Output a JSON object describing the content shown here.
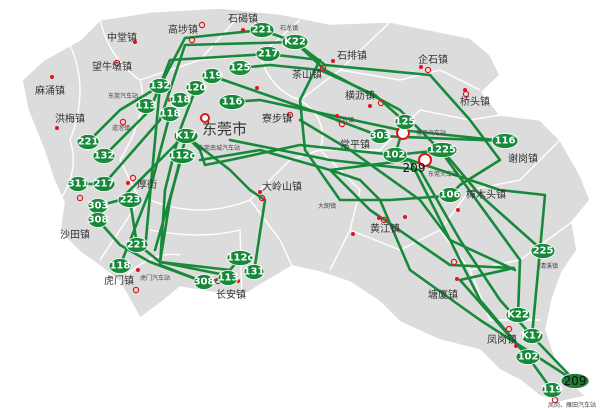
{
  "colors": {
    "route": "#17893a",
    "land": "#dcdcdc",
    "border": "#ffffff",
    "marker": "#e0141e"
  },
  "towns": [
    {
      "name": "中堂镇"
    },
    {
      "name": "高埗镇"
    },
    {
      "name": "石碣镇"
    },
    {
      "name": "石龙镇"
    },
    {
      "name": "麻涌镇"
    },
    {
      "name": "望牛墩镇"
    },
    {
      "name": "石排镇"
    },
    {
      "name": "企石镇"
    },
    {
      "name": "茶山镇"
    },
    {
      "name": "横沥镇"
    },
    {
      "name": "东坑镇"
    },
    {
      "name": "桥头镇"
    },
    {
      "name": "东莞市"
    },
    {
      "name": "寮步镇"
    },
    {
      "name": "洪梅镇"
    },
    {
      "name": "道滘镇"
    },
    {
      "name": "常平镇"
    },
    {
      "name": "常平汽车站"
    },
    {
      "name": "东莞火车站"
    },
    {
      "name": "谢岗镇"
    },
    {
      "name": "厚街"
    },
    {
      "name": "大岭山镇"
    },
    {
      "name": "大朗镇"
    },
    {
      "name": "樟木头镇"
    },
    {
      "name": "沙田镇"
    },
    {
      "name": "黄江镇"
    },
    {
      "name": "清溪镇"
    },
    {
      "name": "虎门镇"
    },
    {
      "name": "虎门汽车站"
    },
    {
      "name": "长安镇"
    },
    {
      "name": "塘厦镇"
    },
    {
      "name": "凤岗镇"
    },
    {
      "name": "凤岗、雁田汽车站"
    },
    {
      "name": "东莞汽车站"
    },
    {
      "name": "东莞南城汽车站"
    }
  ],
  "route_badges": [
    "221",
    "K22",
    "217",
    "125",
    "119",
    "120",
    "116",
    "132",
    "118",
    "113",
    "118",
    "K17",
    "112c",
    "221",
    "132",
    "311",
    "217",
    "223",
    "303",
    "308",
    "221",
    "118",
    "112c",
    "131",
    "113",
    "308",
    "125",
    "303",
    "116",
    "102",
    "1225",
    "209",
    "106",
    "225",
    "K22",
    "K17",
    "102",
    "209",
    "119"
  ]
}
